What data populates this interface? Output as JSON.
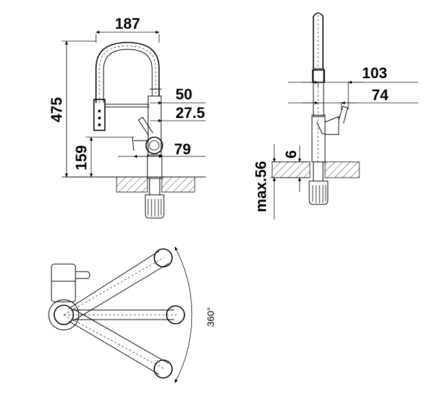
{
  "front_view": {
    "width_label": "187",
    "height_label": "475",
    "spout_offset_label": "50",
    "spray_offset_label": "27.5",
    "lever_height_label": "159",
    "lever_reach_label": "79"
  },
  "side_view": {
    "reach_outer_label": "103",
    "reach_inner_label": "74",
    "deck_thickness_label": "6",
    "max_deck_label": "max.56"
  },
  "top_view": {
    "rotation_label": "360°"
  }
}
